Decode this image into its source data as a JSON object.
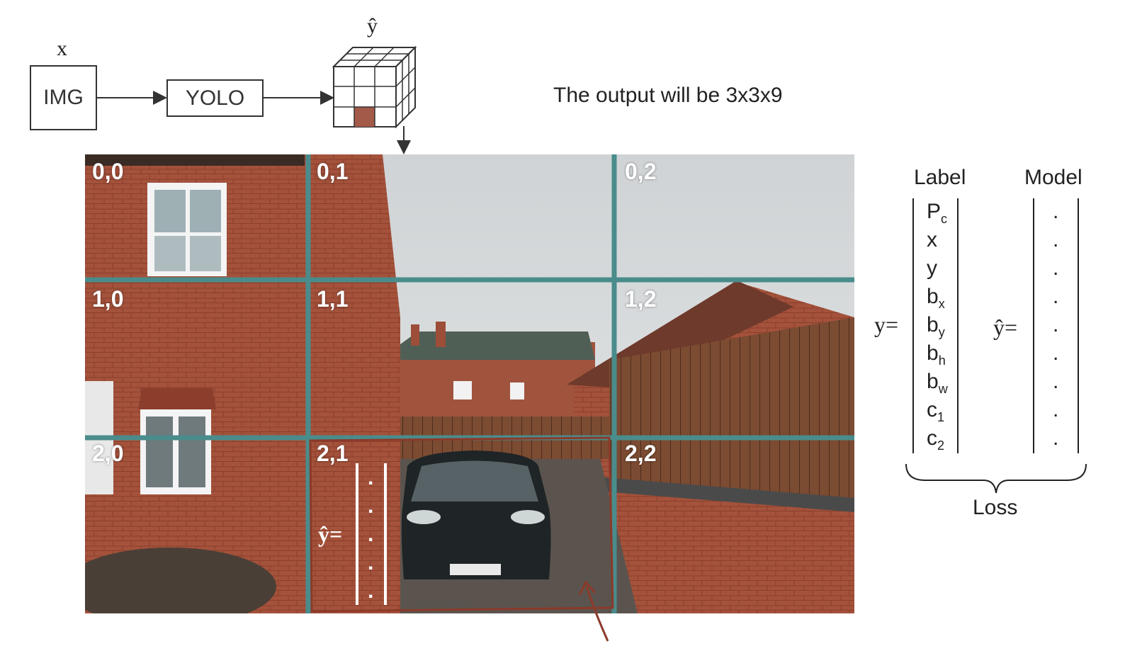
{
  "pipeline": {
    "input_symbol": "x",
    "input_box": "IMG",
    "model_box": "YOLO",
    "output_symbol": "ŷ",
    "caption": "The output will be 3x3x9"
  },
  "grid": {
    "cells": [
      {
        "label": "0,0"
      },
      {
        "label": "0,1"
      },
      {
        "label": "0,2"
      },
      {
        "label": "1,0"
      },
      {
        "label": "1,1"
      },
      {
        "label": "1,2"
      },
      {
        "label": "2,0"
      },
      {
        "label": "2,1"
      },
      {
        "label": "2,2"
      }
    ],
    "cell_vector_symbol": "ŷ=",
    "cell_vector_entries": [
      ".",
      ".",
      ".",
      ".",
      "."
    ]
  },
  "vectors": {
    "label_header": "Label",
    "model_header": "Model",
    "y_symbol": "y=",
    "yhat_symbol": "ŷ=",
    "label_entries": [
      {
        "base": "P",
        "sub": "c"
      },
      {
        "base": "x",
        "sub": ""
      },
      {
        "base": "y",
        "sub": ""
      },
      {
        "base": "b",
        "sub": "x"
      },
      {
        "base": "b",
        "sub": "y"
      },
      {
        "base": "b",
        "sub": "h"
      },
      {
        "base": "b",
        "sub": "w"
      },
      {
        "base": "c",
        "sub": "1"
      },
      {
        "base": "c",
        "sub": "2"
      }
    ],
    "model_entries": [
      ".",
      ".",
      ".",
      ".",
      ".",
      ".",
      ".",
      ".",
      "."
    ],
    "loss_label": "Loss"
  },
  "colors": {
    "grid_line": "#4a8c8c",
    "highlight_box": "#8b3a2a",
    "cube_highlight": "#a35a48",
    "brick": "#a0503a",
    "sky": "#d6dadb"
  }
}
